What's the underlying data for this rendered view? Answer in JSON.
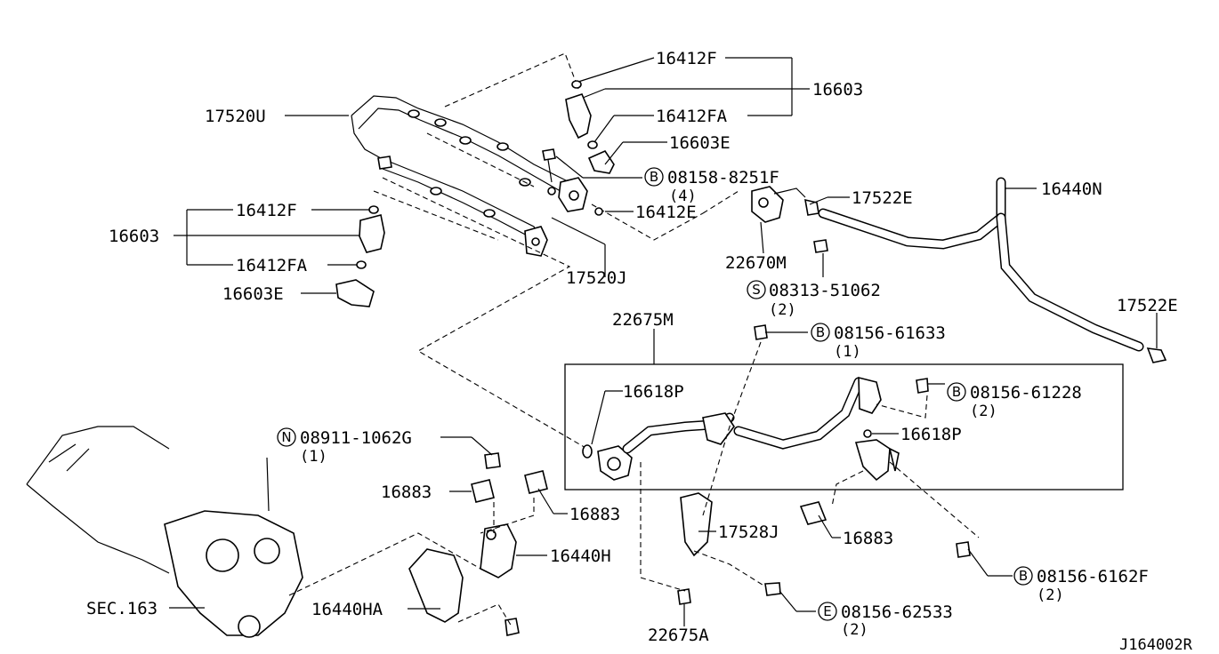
{
  "diagram_ref": "J164002R",
  "labels": {
    "p16412F_top": "16412F",
    "p16603_top": "16603",
    "p16412FA_top": "16412FA",
    "p17520U": "17520U",
    "p16603E_top": "16603E",
    "p08158": "08158-8251F",
    "p08158_qty": "(4)",
    "p16412E": "16412E",
    "p16412F_left": "16412F",
    "p16603_left": "16603",
    "p16412FA_left": "16412FA",
    "p16603E_left": "16603E",
    "p17520J": "17520J",
    "p17522E_top": "17522E",
    "p16440N": "16440N",
    "p22670M": "22670M",
    "p08313": "08313-51062",
    "p08313_qty": "(2)",
    "p17522E_right": "17522E",
    "p22675M": "22675M",
    "p08156_61633": "08156-61633",
    "p08156_61633_qty": "(1)",
    "p16618P_left": "16618P",
    "p08156_61228": "08156-61228",
    "p08156_61228_qty": "(2)",
    "p16618P_right": "16618P",
    "p08911": "08911-1062G",
    "p08911_qty": "(1)",
    "p16883_left": "16883",
    "p16883_mid": "16883",
    "p16883_right": "16883",
    "p16440H": "16440H",
    "p17528J": "17528J",
    "p08156_6162F": "08156-6162F",
    "p08156_6162F_qty": "(2)",
    "pSEC163": "SEC.163",
    "p16440HA": "16440HA",
    "p08156_62533": "08156-62533",
    "p08156_62533_qty": "(2)",
    "p22675A": "22675A"
  },
  "markers": {
    "B": "B",
    "S": "S",
    "N": "N",
    "E": "E"
  }
}
